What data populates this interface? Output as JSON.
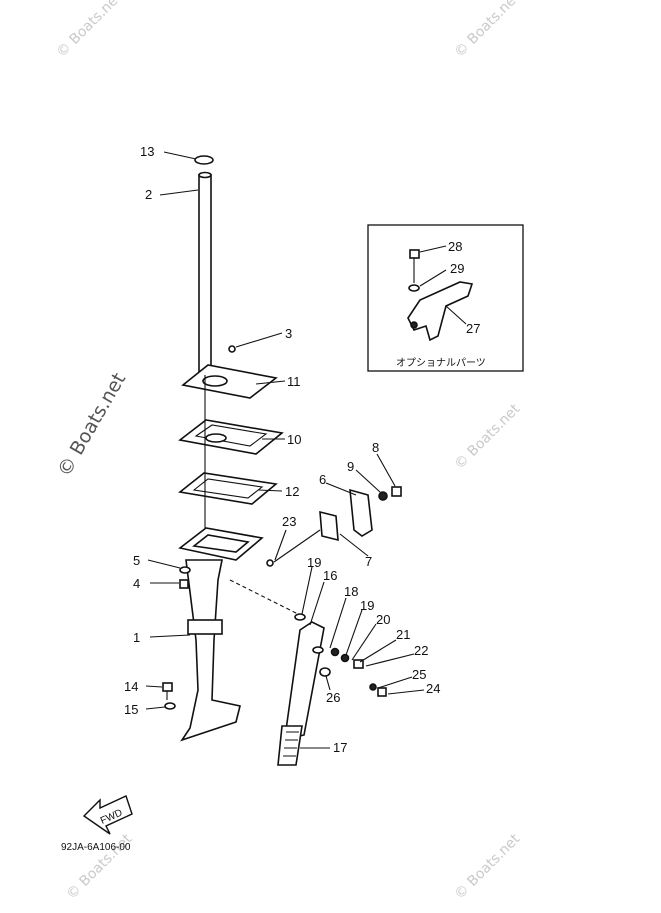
{
  "diagram": {
    "callouts": [
      "13",
      "2",
      "3",
      "11",
      "10",
      "12",
      "8",
      "9",
      "6",
      "23",
      "5",
      "4",
      "7",
      "19",
      "16",
      "18",
      "19",
      "20",
      "21",
      "22",
      "25",
      "24",
      "26",
      "1",
      "14",
      "15",
      "17"
    ],
    "inset": {
      "callouts": [
        "28",
        "29",
        "27"
      ],
      "caption": "オプショナルパーツ"
    },
    "direction_badge": "FWD",
    "drawing_code": "92JA-6A106-00"
  },
  "watermarks": {
    "text": "© Boats.net",
    "side_text": "© Boats.net"
  }
}
